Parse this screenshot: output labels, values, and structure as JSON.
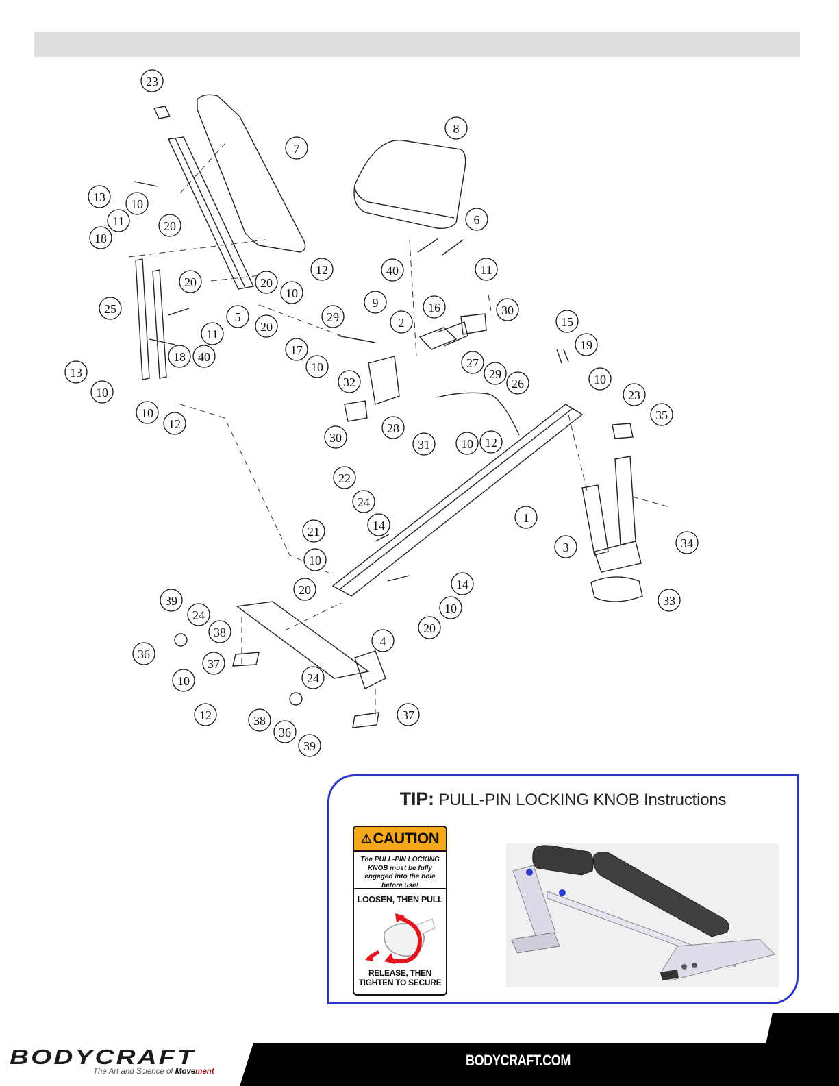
{
  "diagram": {
    "callouts": [
      "23",
      "7",
      "8",
      "13",
      "10",
      "11",
      "20",
      "18",
      "6",
      "12",
      "40",
      "11",
      "25",
      "20",
      "20",
      "10",
      "16",
      "30",
      "5",
      "20",
      "11",
      "9",
      "29",
      "2",
      "15",
      "19",
      "17",
      "18",
      "40",
      "10",
      "32",
      "13",
      "27",
      "29",
      "10",
      "26",
      "23",
      "10",
      "35",
      "30",
      "28",
      "31",
      "10",
      "12",
      "10",
      "12",
      "22",
      "24",
      "1",
      "21",
      "14",
      "3",
      "34",
      "10",
      "14",
      "20",
      "20",
      "10",
      "33",
      "39",
      "24",
      "38",
      "4",
      "36",
      "37",
      "24",
      "10",
      "12",
      "38",
      "36",
      "39",
      "37"
    ]
  },
  "tip": {
    "title_bold": "TIP:",
    "title_rest": "PULL-PIN LOCKING KNOB Instructions",
    "caution": {
      "header": "CAUTION",
      "body": "The PULL-PIN LOCKING KNOB must be fully engaged into the hole before use!",
      "step1": "LOOSEN, THEN PULL",
      "step2": "RELEASE, THEN TIGHTEN TO SECURE"
    }
  },
  "footer": {
    "brand": "BODYCRAFT",
    "tagline_a": "The Art and Science of ",
    "tagline_b": "Move",
    "tagline_c": "ment",
    "website": "BODYCRAFT.COM"
  },
  "colors": {
    "tip_border": "#2a35c8",
    "caution_yellow": "#f6a81b",
    "arrow_red": "#e3161e",
    "footer_black": "#000000"
  }
}
